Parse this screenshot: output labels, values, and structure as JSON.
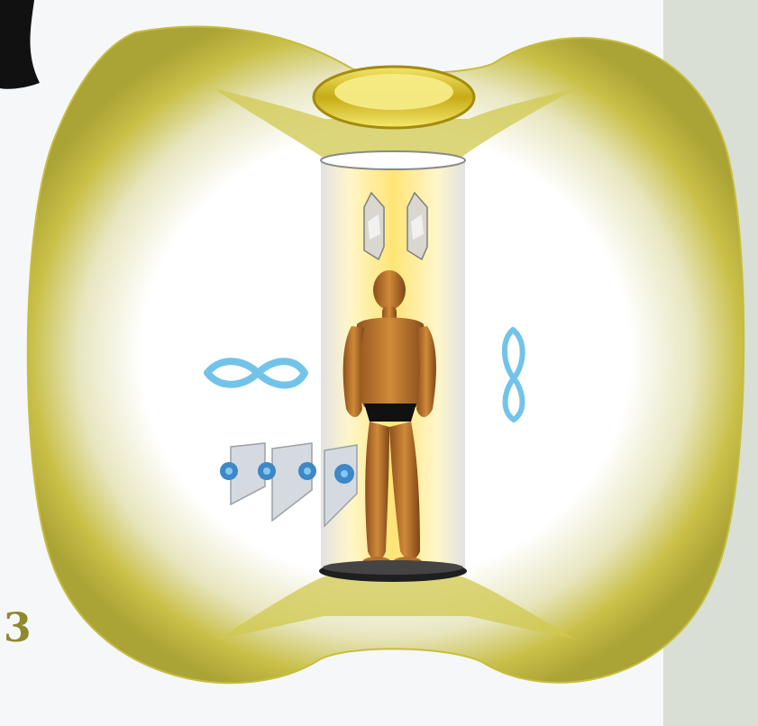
{
  "figure": {
    "page_number": "3",
    "colors": {
      "torus": "#c9c048",
      "torus_dark": "#8d8a24",
      "cone": "#d8c61d",
      "column_glow": "#ffe57a",
      "column_edge": "#d8d8d8",
      "figure_skin": "#c37a2c",
      "symbol_blue": "#72c3ea",
      "panel_green": "#d9dfd4",
      "black": "#111111"
    },
    "elements": {
      "torus_field": "toroidal-energy-field",
      "top_cone": "golden-ring-cone",
      "column": "light-column",
      "human_figure": "standing-human",
      "crystals": "twin-quartz-crystals",
      "infinity_horizontal": "infinity-symbol",
      "infinity_vertical": "figure-eight-symbol",
      "mirror_panels": "mirror-panels-with-roses",
      "base_disc": "floor-disc"
    }
  }
}
